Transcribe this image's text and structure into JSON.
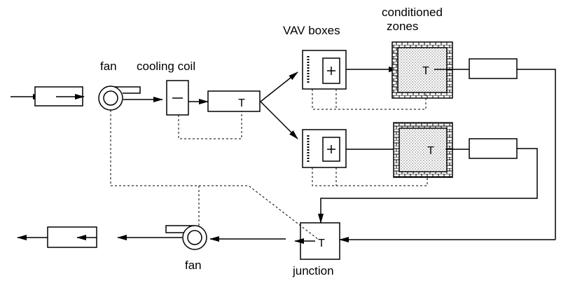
{
  "labels": {
    "fan_top": "fan",
    "cooling_coil": "cooling coil",
    "vav_boxes": "VAV boxes",
    "conditioned": "conditioned",
    "zones": "zones",
    "fan_bottom": "fan",
    "junction": "junction"
  },
  "symbols": {
    "thermostat": "T",
    "coil_sign": "−",
    "damper_sign": "+"
  },
  "colors": {
    "stroke": "#000000",
    "zone_fill": "#d6d6d6",
    "background": "#ffffff"
  }
}
